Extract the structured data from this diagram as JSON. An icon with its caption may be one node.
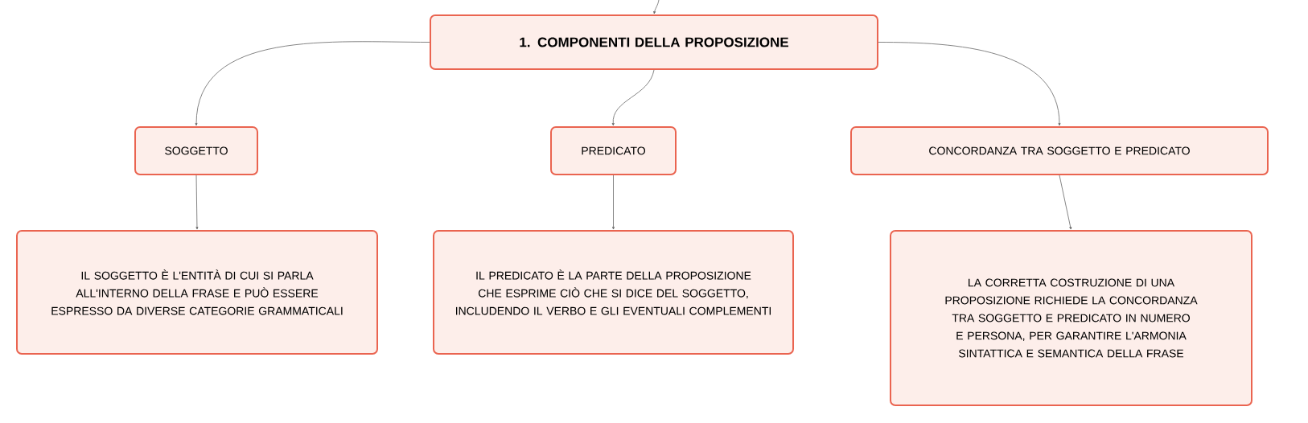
{
  "diagram": {
    "nodes": [
      {
        "text": [
          "1. COMPONENTI DELLA PROPOSIZIONE"
        ]
      },
      {
        "text": [
          "SOGGETTO"
        ]
      },
      {
        "text": [
          "PREDICATO"
        ]
      },
      {
        "text": [
          "CONCORDANZA TRA SOGGETTO E PREDICATO"
        ]
      },
      {
        "text": [
          "IL SOGGETTO È L'ENTITÀ DI CUI SI PARLA ALL'INTERNO DELLA FRASE E PUÒ ESSERE ESPRESSO DA DIVERSE CATEGORIE GRAMMATICALI"
        ]
      },
      {
        "text": [
          "IL PREDICATO È LA PARTE DELLA PROPOSIZIONE CHE ESPRIME CIÒ CHE SI DICE DEL SOGGETTO, INCLUDENDO IL VERBO E GLI EVENTUALI COMPLEMENTI"
        ]
      },
      {
        "text": [
          "LA CORRETTA COSTRUZIONE DI UNA PROPOSIZIONE RICHIEDE LA CONCORDANZA TRA SOGGETTO E PREDICATO IN NUMERO E PERSONA, PER GARANTIRE L'ARMONIA SINTATTICA E SEMANTICA DELLA FRASE"
        ]
      }
    ],
    "edges": [
      {
        "from": null,
        "to": 0,
        "arrow": "to"
      },
      {
        "from": 0,
        "to": 1,
        "arrow": "to"
      },
      {
        "from": 0,
        "to": 2,
        "arrow": "to"
      },
      {
        "from": 0,
        "to": 3,
        "arrow": "to"
      },
      {
        "from": 1,
        "to": 4,
        "arrow": "to"
      },
      {
        "from": 2,
        "to": 5,
        "arrow": "to"
      },
      {
        "from": 3,
        "to": 6,
        "arrow": "to"
      }
    ]
  }
}
